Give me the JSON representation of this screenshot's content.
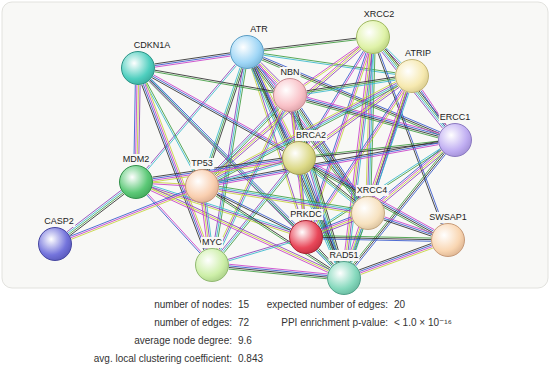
{
  "diagram": {
    "nodes": [
      {
        "text": [
          "ATR"
        ]
      },
      {
        "text": [
          "XRCC2"
        ]
      },
      {
        "text": [
          "CDKN1A"
        ]
      },
      {
        "text": [
          "NBN"
        ]
      },
      {
        "text": [
          "ATRIP"
        ]
      },
      {
        "text": [
          "ERCC1"
        ]
      },
      {
        "text": [
          "BRCA2"
        ]
      },
      {
        "text": [
          "MDM2"
        ]
      },
      {
        "text": [
          "TP53"
        ]
      },
      {
        "text": [
          "XRCC4"
        ]
      },
      {
        "text": [
          "SWSAP1"
        ]
      },
      {
        "text": [
          "PRKDC"
        ]
      },
      {
        "text": [
          "CASP2"
        ]
      },
      {
        "text": [
          "MYC"
        ]
      },
      {
        "text": [
          "RAD51"
        ]
      }
    ],
    "edges": [
      {
        "from": 0,
        "to": 1,
        "arrow": "none"
      },
      {
        "from": 0,
        "to": 2,
        "arrow": "none"
      },
      {
        "from": 0,
        "to": 3,
        "arrow": "none"
      },
      {
        "from": 0,
        "to": 4,
        "arrow": "none"
      },
      {
        "from": 0,
        "to": 5,
        "arrow": "none"
      },
      {
        "from": 0,
        "to": 6,
        "arrow": "none"
      },
      {
        "from": 0,
        "to": 7,
        "arrow": "none"
      },
      {
        "from": 0,
        "to": 8,
        "arrow": "none"
      },
      {
        "from": 0,
        "to": 9,
        "arrow": "none"
      },
      {
        "from": 0,
        "to": 11,
        "arrow": "none"
      },
      {
        "from": 0,
        "to": 13,
        "arrow": "none"
      },
      {
        "from": 0,
        "to": 14,
        "arrow": "none"
      },
      {
        "from": 1,
        "to": 3,
        "arrow": "none"
      },
      {
        "from": 1,
        "to": 4,
        "arrow": "none"
      },
      {
        "from": 1,
        "to": 5,
        "arrow": "none"
      },
      {
        "from": 1,
        "to": 6,
        "arrow": "none"
      },
      {
        "from": 1,
        "to": 8,
        "arrow": "none"
      },
      {
        "from": 1,
        "to": 9,
        "arrow": "none"
      },
      {
        "from": 1,
        "to": 10,
        "arrow": "none"
      },
      {
        "from": 1,
        "to": 11,
        "arrow": "none"
      },
      {
        "from": 1,
        "to": 14,
        "arrow": "none"
      },
      {
        "from": 2,
        "to": 3,
        "arrow": "none"
      },
      {
        "from": 2,
        "to": 6,
        "arrow": "none"
      },
      {
        "from": 2,
        "to": 7,
        "arrow": "none"
      },
      {
        "from": 2,
        "to": 8,
        "arrow": "none"
      },
      {
        "from": 2,
        "to": 11,
        "arrow": "none"
      },
      {
        "from": 2,
        "to": 13,
        "arrow": "none"
      },
      {
        "from": 2,
        "to": 14,
        "arrow": "none"
      },
      {
        "from": 3,
        "to": 4,
        "arrow": "none"
      },
      {
        "from": 3,
        "to": 5,
        "arrow": "none"
      },
      {
        "from": 3,
        "to": 6,
        "arrow": "none"
      },
      {
        "from": 3,
        "to": 8,
        "arrow": "none"
      },
      {
        "from": 3,
        "to": 9,
        "arrow": "none"
      },
      {
        "from": 3,
        "to": 11,
        "arrow": "none"
      },
      {
        "from": 3,
        "to": 13,
        "arrow": "none"
      },
      {
        "from": 3,
        "to": 14,
        "arrow": "none"
      },
      {
        "from": 4,
        "to": 5,
        "arrow": "none"
      },
      {
        "from": 4,
        "to": 6,
        "arrow": "none"
      },
      {
        "from": 4,
        "to": 8,
        "arrow": "none"
      },
      {
        "from": 4,
        "to": 9,
        "arrow": "none"
      },
      {
        "from": 4,
        "to": 11,
        "arrow": "none"
      },
      {
        "from": 4,
        "to": 14,
        "arrow": "none"
      },
      {
        "from": 5,
        "to": 6,
        "arrow": "none"
      },
      {
        "from": 5,
        "to": 8,
        "arrow": "none"
      },
      {
        "from": 5,
        "to": 9,
        "arrow": "none"
      },
      {
        "from": 5,
        "to": 11,
        "arrow": "none"
      },
      {
        "from": 5,
        "to": 14,
        "arrow": "none"
      },
      {
        "from": 6,
        "to": 7,
        "arrow": "none"
      },
      {
        "from": 6,
        "to": 8,
        "arrow": "none"
      },
      {
        "from": 6,
        "to": 9,
        "arrow": "none"
      },
      {
        "from": 6,
        "to": 10,
        "arrow": "none"
      },
      {
        "from": 6,
        "to": 11,
        "arrow": "none"
      },
      {
        "from": 6,
        "to": 13,
        "arrow": "none"
      },
      {
        "from": 6,
        "to": 14,
        "arrow": "none"
      },
      {
        "from": 7,
        "to": 8,
        "arrow": "none"
      },
      {
        "from": 7,
        "to": 11,
        "arrow": "none"
      },
      {
        "from": 7,
        "to": 12,
        "arrow": "none"
      },
      {
        "from": 7,
        "to": 13,
        "arrow": "none"
      },
      {
        "from": 7,
        "to": 14,
        "arrow": "none"
      },
      {
        "from": 8,
        "to": 9,
        "arrow": "none"
      },
      {
        "from": 8,
        "to": 11,
        "arrow": "none"
      },
      {
        "from": 8,
        "to": 12,
        "arrow": "none"
      },
      {
        "from": 8,
        "to": 13,
        "arrow": "none"
      },
      {
        "from": 8,
        "to": 14,
        "arrow": "none"
      },
      {
        "from": 9,
        "to": 10,
        "arrow": "none"
      },
      {
        "from": 9,
        "to": 11,
        "arrow": "none"
      },
      {
        "from": 9,
        "to": 14,
        "arrow": "none"
      },
      {
        "from": 10,
        "to": 11,
        "arrow": "none"
      },
      {
        "from": 10,
        "to": 14,
        "arrow": "none"
      },
      {
        "from": 11,
        "to": 13,
        "arrow": "none"
      },
      {
        "from": 11,
        "to": 14,
        "arrow": "none"
      },
      {
        "from": 13,
        "to": 14,
        "arrow": "none"
      }
    ],
    "labels": [
      "number of nodes:",
      "15",
      "number of edges:",
      "72",
      "average node degree:",
      "9.6",
      "avg. local clustering coefficient:",
      "0.843",
      "expected number of edges:",
      "20",
      "PPI enrichment p-value:",
      "< 1.0 × 10⁻¹⁶"
    ]
  }
}
